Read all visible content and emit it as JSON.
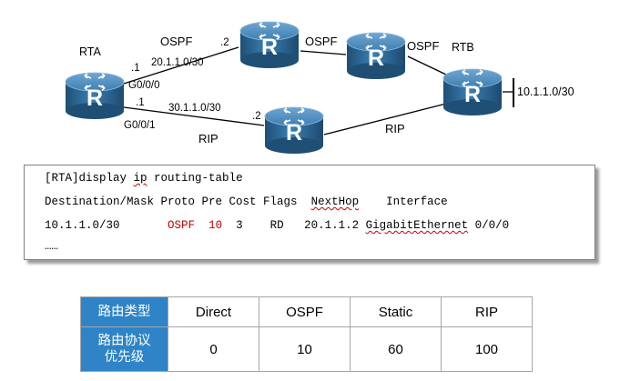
{
  "topology": {
    "routers": [
      {
        "id": "rta",
        "label": "RTA",
        "glyph": "R"
      },
      {
        "id": "r-top-1",
        "label": "",
        "glyph": "R"
      },
      {
        "id": "r-top-2",
        "label": "",
        "glyph": "R"
      },
      {
        "id": "rtb",
        "label": "RTB",
        "glyph": "R"
      },
      {
        "id": "r-bottom",
        "label": "",
        "glyph": "R"
      }
    ],
    "labels": {
      "ospf_left": "OSPF",
      "net_top": "20.1.1.0/30",
      "rta_top_ip": ".1",
      "rtop1_ip": ".2",
      "rta_int_top": "G0/0/0",
      "ospf_mid": "OSPF",
      "ospf_right": "OSPF",
      "net_bottom": "30.1.1.0/30",
      "rta_bottom_ip": ".1",
      "rbottom_ip": ".2",
      "rta_int_bottom": "G0/0/1",
      "rip_left": "RIP",
      "rip_right": "RIP",
      "rtb_net": "10.1.1.0/30"
    }
  },
  "cli": {
    "command_prefix": "[RTA]display ",
    "command_ip": "ip",
    "command_suffix": " routing-table",
    "header_prefix": "Destination/Mask Proto Pre Cost Flags  ",
    "header_nexthop": "NextHop",
    "header_suffix": "    Interface",
    "row_dest": "10.1.1.0/30       ",
    "row_proto": "OSPF",
    "row_pre": "10",
    "row_mid": "  3    RD   20.1.1.2 ",
    "row_iface": "GigabitEthernet",
    "row_port": " 0/0/0",
    "ellipsis": "……"
  },
  "priority_table": {
    "header_label": "路由类型",
    "priority_label_line1": "路由协议",
    "priority_label_line2": "优先级",
    "types": [
      "Direct",
      "OSPF",
      "Static",
      "RIP"
    ],
    "values": [
      "0",
      "10",
      "60",
      "100"
    ]
  },
  "colors": {
    "header_bg": "#2e84c6",
    "highlight_red": "#c00000",
    "router_body": "#2e6a98"
  }
}
